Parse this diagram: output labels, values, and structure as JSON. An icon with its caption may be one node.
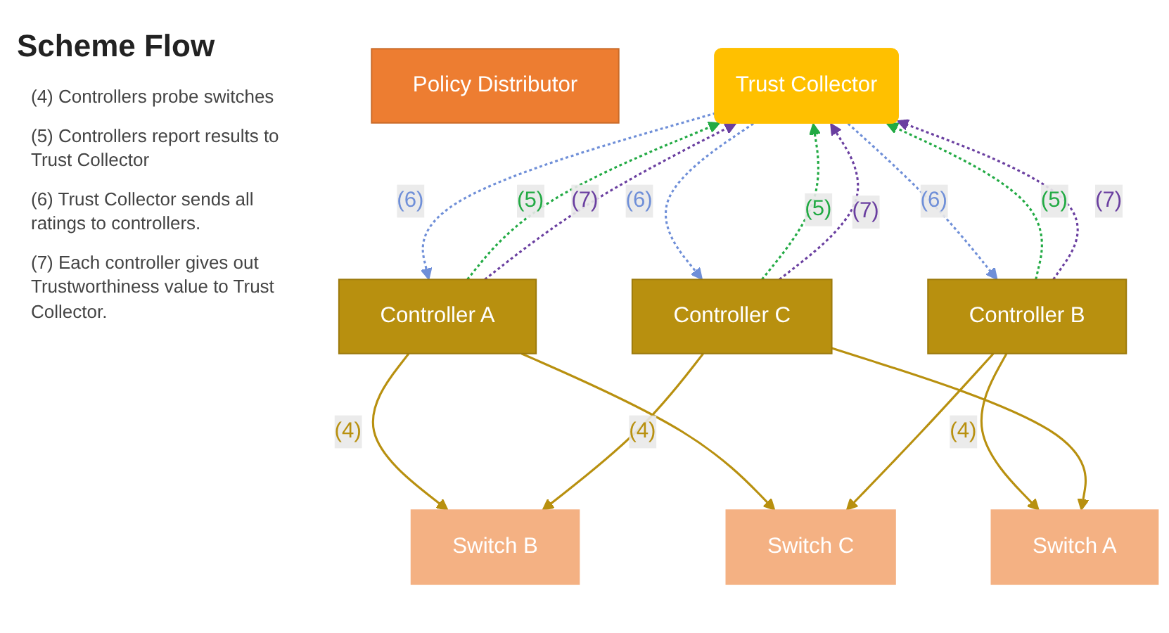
{
  "diagram": {
    "title": "Scheme Flow",
    "nodes": [
      {
        "text": [
          "Policy Distributor"
        ]
      },
      {
        "text": [
          "Trust Collector"
        ]
      },
      {
        "text": [
          "Controller A"
        ]
      },
      {
        "text": [
          "Controller B"
        ]
      },
      {
        "text": [
          "Controller C"
        ]
      },
      {
        "text": [
          "Switch A"
        ]
      },
      {
        "text": [
          "Switch B"
        ]
      },
      {
        "text": [
          "Switch C"
        ]
      }
    ],
    "edges": [
      {
        "from": 2,
        "to": 1,
        "arrow": "to",
        "label": "(5)",
        "style": "dashed",
        "color": "#22aa44"
      },
      {
        "from": 1,
        "to": 2,
        "arrow": "to",
        "label": "(6)",
        "style": "dashed",
        "color": "#6f8fd8"
      },
      {
        "from": 2,
        "to": 1,
        "arrow": "to",
        "label": "(7)",
        "style": "dashed",
        "color": "#6a3fa0"
      },
      {
        "from": 3,
        "to": 1,
        "arrow": "to",
        "label": "(5)",
        "style": "dashed",
        "color": "#22aa44"
      },
      {
        "from": 1,
        "to": 3,
        "arrow": "to",
        "label": "(6)",
        "style": "dashed",
        "color": "#6f8fd8"
      },
      {
        "from": 3,
        "to": 1,
        "arrow": "to",
        "label": "(7)",
        "style": "dashed",
        "color": "#6a3fa0"
      },
      {
        "from": 4,
        "to": 1,
        "arrow": "to",
        "label": "(5)",
        "style": "dashed",
        "color": "#22aa44"
      },
      {
        "from": 1,
        "to": 4,
        "arrow": "to",
        "label": "(6)",
        "style": "dashed",
        "color": "#6f8fd8"
      },
      {
        "from": 4,
        "to": 1,
        "arrow": "to",
        "label": "(7)",
        "style": "dashed",
        "color": "#6a3fa0"
      },
      {
        "from": 2,
        "to": 6,
        "arrow": "to",
        "label": "(4)"
      },
      {
        "from": 2,
        "to": 7,
        "arrow": "to"
      },
      {
        "from": 3,
        "to": 5,
        "arrow": "to",
        "label": "(4)"
      },
      {
        "from": 3,
        "to": 7,
        "arrow": "to"
      },
      {
        "from": 4,
        "to": 5,
        "arrow": "to"
      },
      {
        "from": 4,
        "to": 6,
        "arrow": "to",
        "label": "(4)"
      }
    ],
    "labels": [
      "(4) Controllers probe switches",
      "(5) Controllers report results to Trust Collector",
      "(6) Trust Collector sends all ratings to controllers.",
      "(7) Each controller gives out Trustworthiness value to Trust Collector."
    ]
  }
}
